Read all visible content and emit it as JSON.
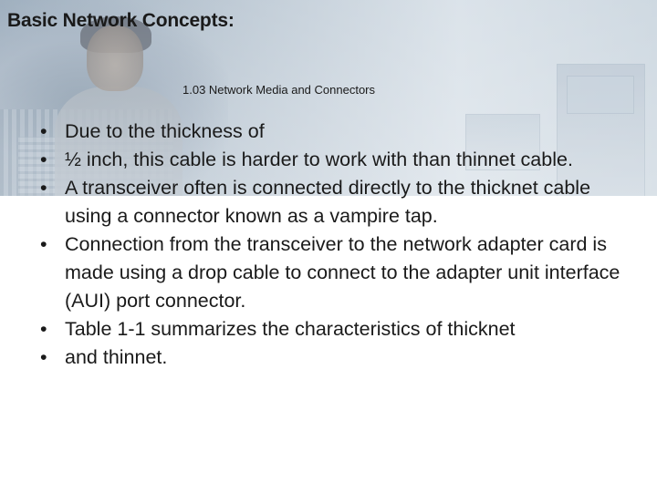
{
  "slide": {
    "title": "Basic Network Concepts:",
    "subtitle": "1.03 Network Media and Connectors",
    "bullet_glyph": "•",
    "bullets": [
      "Due to the thickness of",
      "½ inch, this cable is harder to work with than thinnet cable.",
      "A transceiver often is connected directly to the thicknet cable using a connector known as a vampire tap.",
      "Connection from the transceiver to the network adapter card is made using a drop cable to connect to the adapter unit interface (AUI) port connector.",
      "Table 1-1 summarizes the characteristics of thicknet",
      "and thinnet."
    ]
  },
  "colors": {
    "text": "#1a1a1a",
    "header_tint": "#b9c6d2",
    "background": "#ffffff"
  }
}
